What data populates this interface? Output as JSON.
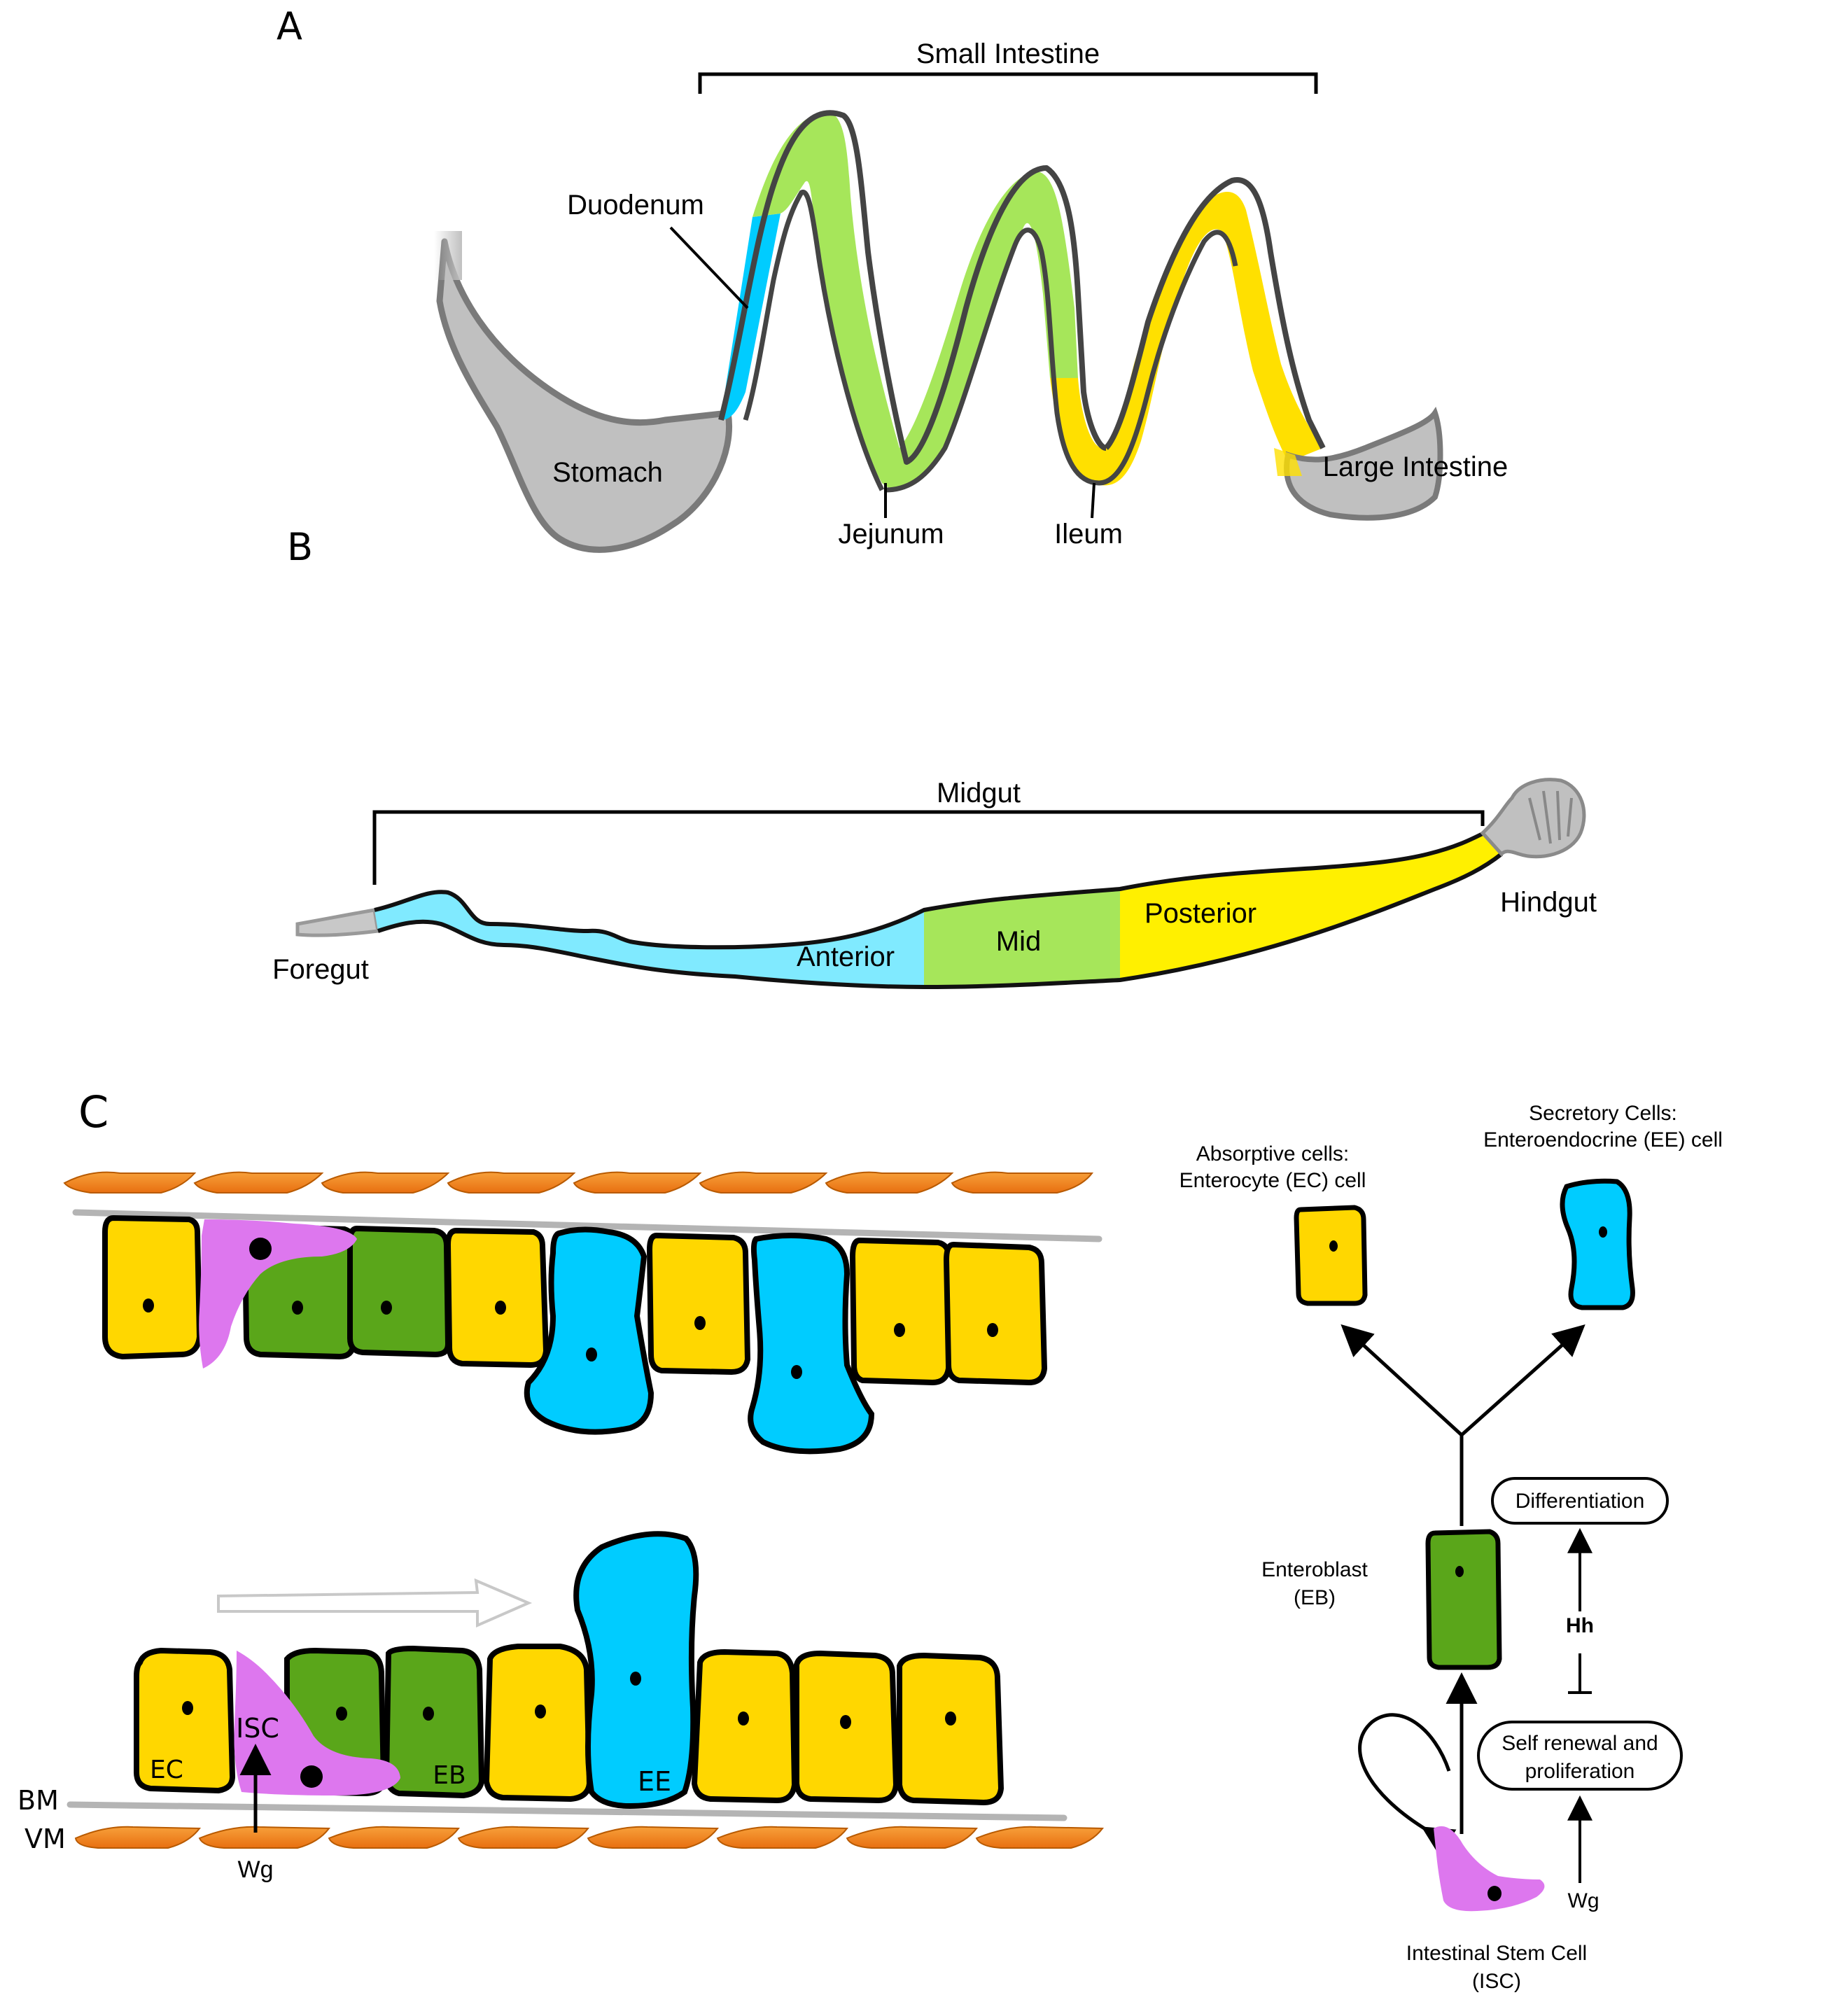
{
  "panels": {
    "a": "A",
    "b": "B",
    "c": "C"
  },
  "panel_a": {
    "bracket_label": "Small Intestine",
    "stomach": "Stomach",
    "duodenum": "Duodenum",
    "jejunum": "Jejunum",
    "ileum": "Ileum",
    "large_intestine": "Large Intestine"
  },
  "panel_b": {
    "bracket_label": "Midgut",
    "foregut": "Foregut",
    "hindgut": "Hindgut",
    "anterior": "Anterior",
    "mid": "Mid",
    "posterior": "Posterior"
  },
  "panel_c": {
    "epithelium_labels": {
      "ec": "EC",
      "isc": "ISC",
      "eb": "EB",
      "ee": "EE",
      "bm": "BM",
      "vm": "VM",
      "wg": "Wg"
    },
    "lineage": {
      "absorptive_line1": "Absorptive cells:",
      "absorptive_line2": "Enterocyte (EC) cell",
      "secretory_line1": "Secretory Cells:",
      "secretory_line2": "Enteroendocrine (EE) cell",
      "enteroblast_line1": "Enteroblast",
      "enteroblast_line2": "(EB)",
      "differentiation": "Differentiation",
      "hh": "Hh",
      "self_renewal_line1": "Self renewal and",
      "self_renewal_line2": "proliferation",
      "wg": "Wg",
      "isc_line1": "Intestinal Stem Cell",
      "isc_line2": "(ISC)"
    }
  },
  "colors": {
    "gray": "#c0c0c0",
    "gray_outline": "#7a7a7a",
    "cyan": "#00ccff",
    "light_cyan": "#80eaff",
    "green": "#a6e65a",
    "dark_green": "#5aa61a",
    "yellow": "#ffe000",
    "bright_yellow": "#fff000",
    "magenta": "#dd77ee",
    "orange": "#f28b1f"
  }
}
